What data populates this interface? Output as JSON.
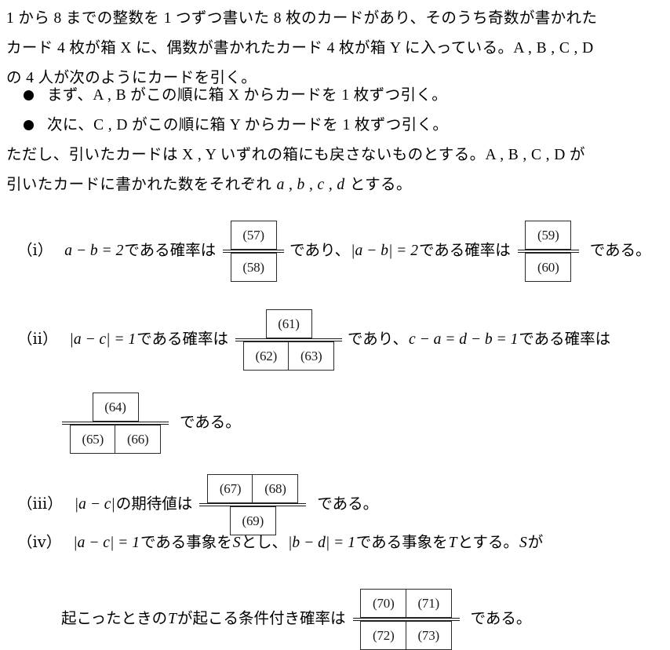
{
  "document": {
    "type": "japanese-math-exam-problem",
    "language": "ja"
  },
  "intro": {
    "line1": "1 から 8 までの整数を 1 つずつ書いた 8 枚のカードがあり、そのうち奇数が書かれた",
    "line2": "カード 4 枚が箱 X に、偶数が書かれたカード 4 枚が箱 Y に入っている。A , B , C , D",
    "line3": "の 4 人が次のようにカードを引く。"
  },
  "bullets": [
    {
      "marker": "●",
      "text": "まず、A , B がこの順に箱 X からカードを 1 枚ずつ引く。"
    },
    {
      "marker": "●",
      "text": "次に、C , D がこの順に箱 Y からカードを 1 枚ずつ引く。"
    }
  ],
  "condition": {
    "line1": "ただし、引いたカードは X , Y いずれの箱にも戻さないものとする。A , B , C , D が",
    "line2_pre": "引いたカードに書かれた数をそれぞれ ",
    "line2_vars": "a , b , c , d",
    "line2_post": " とする。"
  },
  "items": {
    "i": {
      "label": "（ⅰ）",
      "text1_pre": "a − b = 2",
      "text1_post": " である確率は",
      "frac1": {
        "numerator": [
          "(57)"
        ],
        "denominator": [
          "(58)"
        ]
      },
      "mid": "であり、",
      "text2_pre": "|a − b| = 2",
      "text2_post": " である確率は",
      "frac2": {
        "numerator": [
          "(59)"
        ],
        "denominator": [
          "(60)"
        ]
      },
      "tail": "である。"
    },
    "ii": {
      "label": "（ⅱ）",
      "text1_pre": "|a − c| = 1",
      "text1_post": " である確率は",
      "frac1": {
        "numerator": [
          "(61)"
        ],
        "denominator": [
          "(62)",
          "(63)"
        ]
      },
      "mid": "であり、",
      "text2_pre": "c − a = d − b = 1",
      "text2_post": " である確率は",
      "frac2": {
        "numerator": [
          "(64)"
        ],
        "denominator": [
          "(65)",
          "(66)"
        ]
      },
      "tail": "である。"
    },
    "iii": {
      "label": "（ⅲ）",
      "text_pre": "|a − c|",
      "text_post": " の期待値は",
      "frac": {
        "numerator": [
          "(67)",
          "(68)"
        ],
        "denominator": [
          "(69)"
        ]
      },
      "tail": "である。"
    },
    "iv": {
      "label": "（ⅳ）",
      "line1_a": "|a − c| = 1",
      "line1_b": " である事象を ",
      "line1_c": "S",
      "line1_d": " とし、",
      "line1_e": "|b − d| = 1",
      "line1_f": " である事象を ",
      "line1_g": "T",
      "line1_h": " とする。",
      "line1_i": "S",
      "line1_j": " が",
      "line2_a": "起こったときの ",
      "line2_b": "T",
      "line2_c": " が起こる条件付き確率は",
      "frac": {
        "numerator": [
          "(70)",
          "(71)"
        ],
        "denominator": [
          "(72)",
          "(73)"
        ]
      },
      "tail": "である。"
    }
  },
  "colors": {
    "text": "#000000",
    "box_border": "#2b2b2b",
    "rule": "#1a1a1a",
    "background": "#ffffff"
  }
}
